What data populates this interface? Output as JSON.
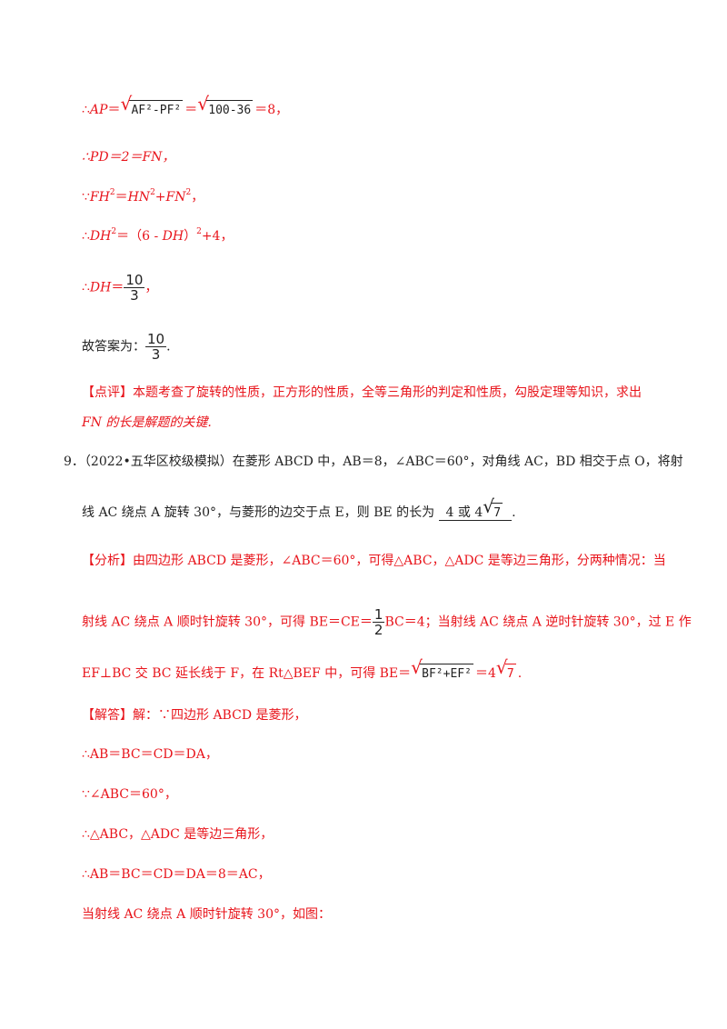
{
  "lines": {
    "ap": {
      "pre": "∴",
      "lhs": "AP",
      "eq": "＝",
      "rad1": "AF²-PF²",
      "eq2": "＝",
      "rad2": "100-36",
      "tail": "＝8，"
    },
    "pd": "∴PD＝2＝FN，",
    "fh": {
      "pre": "∵",
      "a": "FH",
      "b": "＝",
      "c": "HN",
      "d": "+",
      "e": "FN",
      "f": "，"
    },
    "dh1": {
      "pre": "∴",
      "a": "DH",
      "b": "＝（6 - ",
      "c": "DH",
      "d": "）",
      "e": "+4，"
    },
    "dh2": {
      "pre": "∴",
      "a": "DH",
      "b": "＝",
      "num": "10",
      "den": "3",
      "tail": "，"
    },
    "answer": {
      "text": "故答案为：",
      "num": "10",
      "den": "3",
      "tail": "."
    },
    "comment1": "【点评】本题考查了旋转的性质，正方形的性质，全等三角形的判定和性质，勾股定理等知识，求出",
    "comment2": "FN 的长是解题的关键."
  },
  "q9": {
    "number": "9．",
    "line1": "（2022•五华区校级模拟）在菱形 ABCD 中，AB＝8，∠ABC＝60°，对角线 AC，BD 相交于点 O，将射",
    "line2_pre": "线 AC 绕点 A 旋转 30°，与菱形的边交于点 E，则 BE 的长为",
    "answer_a": "4 或 4",
    "answer_rad": "7",
    "line2_post": "."
  },
  "analysis": {
    "line1": "【分析】由四边形 ABCD 是菱形，∠ABC＝60°，可得△ABC，△ADC 是等边三角形，分两种情况：当",
    "line2_pre": "射线 AC 绕点 A 顺时针旋转 30°，可得 BE＝CE＝",
    "frac_num": "1",
    "frac_den": "2",
    "line2_post": "BC＝4；当射线 AC 绕点 A 逆时针旋转 30°，过 E 作",
    "line3_pre": "EF⊥BC 交 BC 延长线于 F，在 Rt△BEF 中，可得 BE＝",
    "line3_rad": "BF²+EF²",
    "line3_mid": "＝4",
    "line3_rad2": "7",
    "line3_post": "."
  },
  "solution": {
    "l1": "【解答】解：∵四边形 ABCD 是菱形，",
    "l2": "∴AB＝BC＝CD＝DA，",
    "l3": "∵∠ABC＝60°，",
    "l4": "∴△ABC，△ADC 是等边三角形，",
    "l5": "∴AB＝BC＝CD＝DA＝8＝AC，",
    "l6": "当射线 AC 绕点 A 顺时针旋转 30°，如图："
  },
  "colors": {
    "accent": "#e8141b",
    "text": "#222222"
  }
}
